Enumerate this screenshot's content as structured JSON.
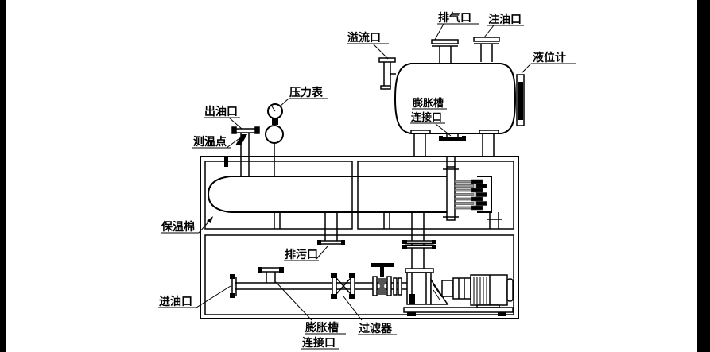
{
  "diagram": {
    "type": "thermal-oil-electric-heater-system-drawing",
    "background": "#ffffff",
    "line_color": "#000000",
    "side_bar_color": "#000000",
    "heater_rod_color": "#999999",
    "labels": {
      "overflow_port": "溢流口",
      "vent_port": "排气口",
      "fill_port": "注油口",
      "level_gauge": "液位计",
      "tank_connection_line1": "膨胀槽",
      "tank_connection_line2": "连接口",
      "pressure_gauge": "压力表",
      "oil_outlet": "出油口",
      "temperature_point": "测温点",
      "insulation": "保温棉",
      "drain_port": "排污口",
      "oil_inlet": "进油口",
      "bottom_connection_line1": "膨胀槽",
      "bottom_connection_line2": "连接口",
      "filter": "过滤器"
    }
  }
}
